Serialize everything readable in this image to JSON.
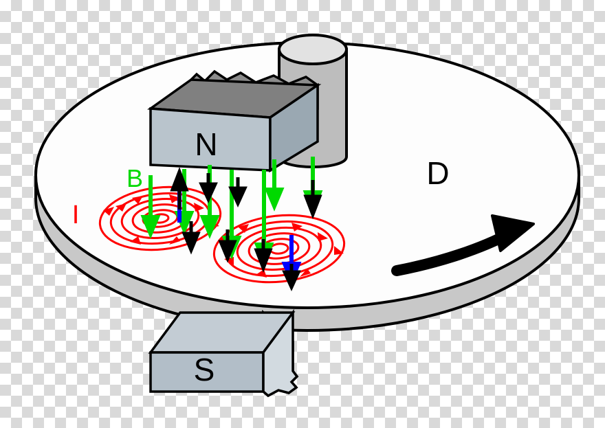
{
  "figure": {
    "title": "Eddy currents induced in a rotating conductive disc by a magnet",
    "background": "transparent-checkerboard"
  },
  "labels": {
    "north_pole": "N",
    "south_pole": "S",
    "disc": "D",
    "magnetic_field": "B",
    "current": "I"
  },
  "colors": {
    "eddy_current_red": "#ff0000",
    "field_green": "#00d900",
    "field_blue": "#0000ff",
    "arrow_black": "#000000",
    "disc_top": "#fdfdfd",
    "disc_edge": "#c8c8c8",
    "magnet_face": "#b9c4cc",
    "magnet_top": "#808080",
    "magnet_side": "#9aa8b2",
    "post_fill": "#bdbdbd",
    "outline": "#000000"
  },
  "elements": {
    "disc": {
      "name": "rotating-conductive-disc",
      "rotation_arrow": "clockwise-from-viewer",
      "label": "D"
    },
    "magnet_upper": {
      "name": "magnet-north-pole-block",
      "label": "N"
    },
    "magnet_lower": {
      "name": "magnet-south-pole-block",
      "label": "S"
    },
    "post": {
      "name": "center-axle-cylinder"
    },
    "eddy_currents": {
      "name": "eddy-current-spirals",
      "count": 2,
      "color": "#ff0000",
      "label": "I"
    },
    "field_lines_green": {
      "name": "magnetic-field-lines-green",
      "count": 7,
      "color": "#00d900",
      "label": "B"
    },
    "field_lines_blue": {
      "name": "induced-field-lines-blue",
      "count": 2,
      "color": "#0000ff"
    },
    "black_arrows": {
      "name": "force-direction-arrows",
      "count": 7,
      "color": "#000000"
    }
  }
}
